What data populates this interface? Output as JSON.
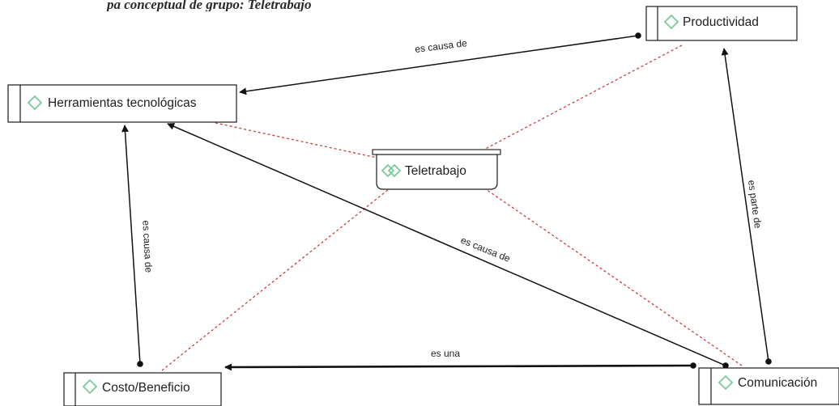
{
  "header": {
    "partial_text": "pa conceptual de grupo: Teletrabajo"
  },
  "colors": {
    "accent_green": "#7cc99a",
    "dotted_red": "#d23a3a",
    "line": "#111111"
  },
  "central_node": {
    "label": "Teletrabajo",
    "icon": "double-diamond-icon"
  },
  "nodes": {
    "productividad": {
      "label": "Productividad",
      "icon": "diamond-icon"
    },
    "herramientas": {
      "label": "Herramientas tecnológicas",
      "icon": "diamond-icon"
    },
    "costo": {
      "label": "Costo/Beneficio",
      "icon": "diamond-icon"
    },
    "comunicacion": {
      "label": "Comunicación",
      "icon": "diamond-icon"
    }
  },
  "links": {
    "prod_herr": "es causa de",
    "costo_herr": "es causa de",
    "com_herr": "es causa de",
    "com_prod": "es parte de",
    "com_costo": "es una"
  }
}
